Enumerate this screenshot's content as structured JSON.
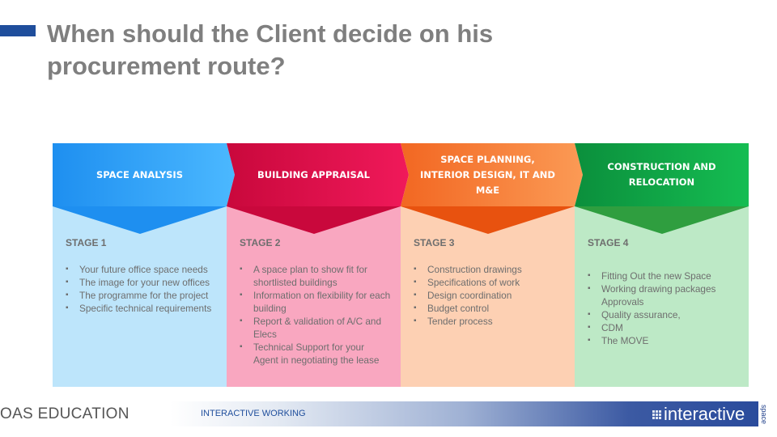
{
  "title": "When should the Client decide on his procurement route?",
  "colors": {
    "accent_bar": "#1f4e9c",
    "stage1_header": "#3fa9f5",
    "stage2_header": "#e8114a",
    "stage3_header": "#f7813a",
    "stage4_header": "#12a84a"
  },
  "stages": [
    {
      "header": "SPACE ANALYSIS",
      "label": "STAGE 1",
      "items": [
        "Your future office space needs",
        "The image for your new offices",
        "The programme for the project",
        "Specific technical requirements"
      ]
    },
    {
      "header": "BUILDING APPRAISAL",
      "label": "STAGE 2",
      "items": [
        "A space plan to show fit for shortlisted buildings",
        "Information on flexibility for each building",
        "Report & validation of A/C and Elecs",
        "Technical Support for your Agent in negotiating the lease"
      ]
    },
    {
      "header": "SPACE PLANNING, INTERIOR DESIGN, IT AND M&E",
      "label": "STAGE 3",
      "items": [
        "Construction drawings",
        "Specifications of work",
        "Design coordination",
        "Budget control",
        "Tender process"
      ]
    },
    {
      "header": "CONSTRUCTION AND RELOCATION",
      "label": "STAGE 4",
      "items": [
        "Fitting Out the new Space",
        "Working drawing packages Approvals",
        "Quality assurance,",
        "CDM",
        "The MOVE"
      ]
    }
  ],
  "footer": {
    "left": "OAS EDUCATION",
    "middle": "INTERACTIVE WORKING",
    "logo_text": "interactive",
    "logo_side": "space"
  }
}
